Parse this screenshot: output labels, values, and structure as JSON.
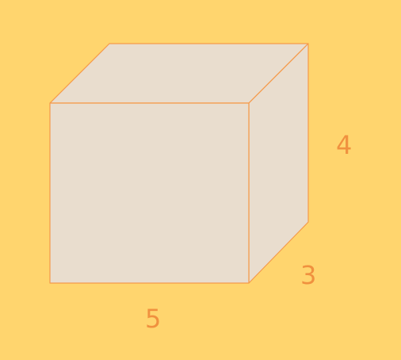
{
  "colors": {
    "background": "#FFD56E",
    "box_face": "#E9DDCE",
    "box_edge": "#F59A4A",
    "label": "#F0913F"
  },
  "dimensions": {
    "length": "5",
    "width": "3",
    "height": "4"
  }
}
